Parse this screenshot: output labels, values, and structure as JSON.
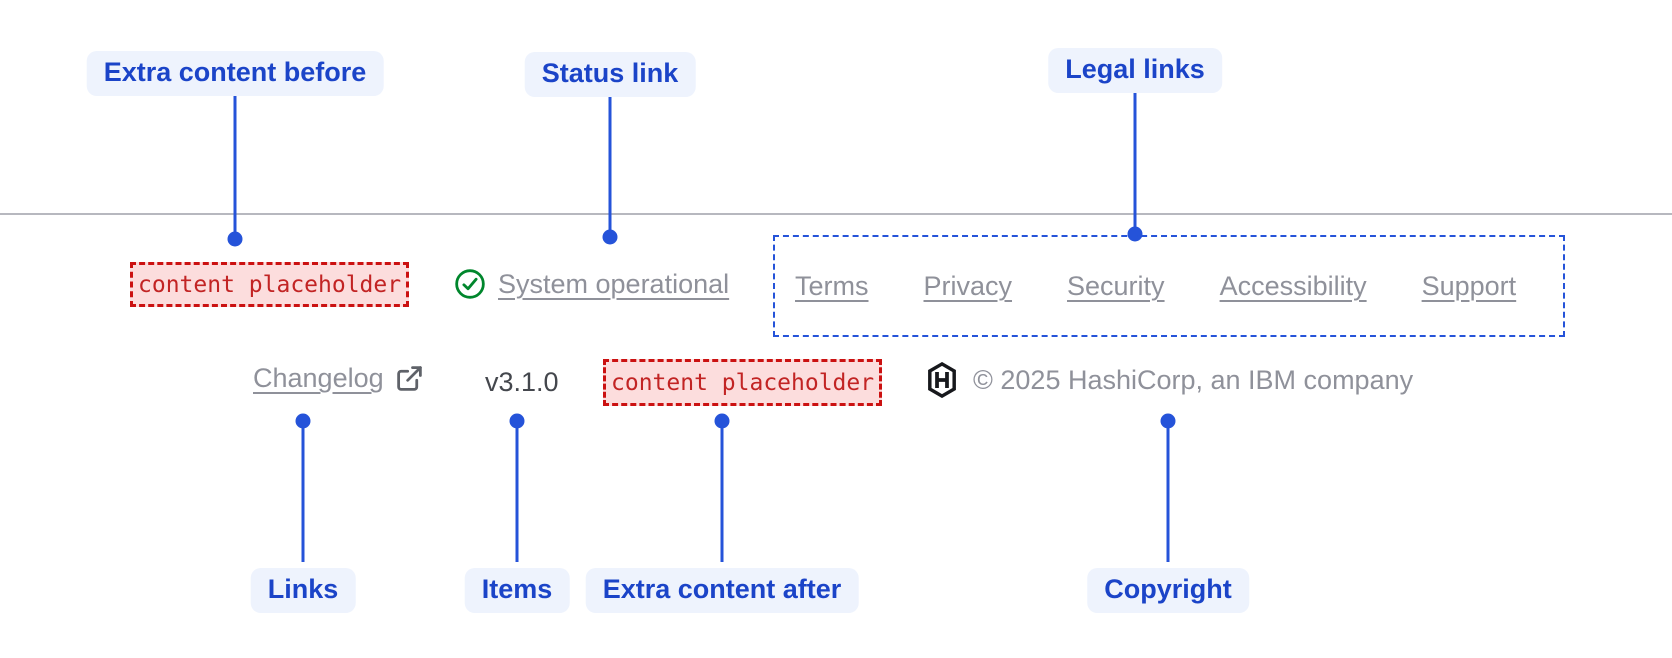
{
  "diagram": {
    "callouts": {
      "extra_content_before": "Extra content before",
      "status_link": "Status link",
      "legal_links": "Legal links",
      "links": "Links",
      "items": "Items",
      "extra_content_after": "Extra content after",
      "copyright": "Copyright"
    }
  },
  "footer": {
    "extra_content_before": {
      "placeholder": "content placeholder"
    },
    "status": {
      "label": "System operational",
      "icon": "check-circle"
    },
    "legal_links": [
      "Terms",
      "Privacy",
      "Security",
      "Accessibility",
      "Support"
    ],
    "links": [
      {
        "label": "Changelog",
        "icon": "external-link"
      }
    ],
    "items": {
      "version": "v3.1.0"
    },
    "extra_content_after": {
      "placeholder": "content placeholder"
    },
    "copyright": {
      "text": "© 2025 HashiCorp, an IBM company",
      "logo": "hashicorp-logo"
    }
  },
  "colors": {
    "callout_text": "#1b44c8",
    "callout_bg": "#eef3fd",
    "connector": "#2553d9",
    "legal_box_border": "#2553d9",
    "placeholder_border": "#cb1111",
    "placeholder_bg": "#fcdddd",
    "placeholder_text": "#c22424",
    "muted_text": "#8f919a",
    "version_text": "#44474d",
    "icon_gray": "#5f6269",
    "success_green": "#00862c",
    "divider": "#b7b8bf",
    "logo_color": "#17181c"
  }
}
